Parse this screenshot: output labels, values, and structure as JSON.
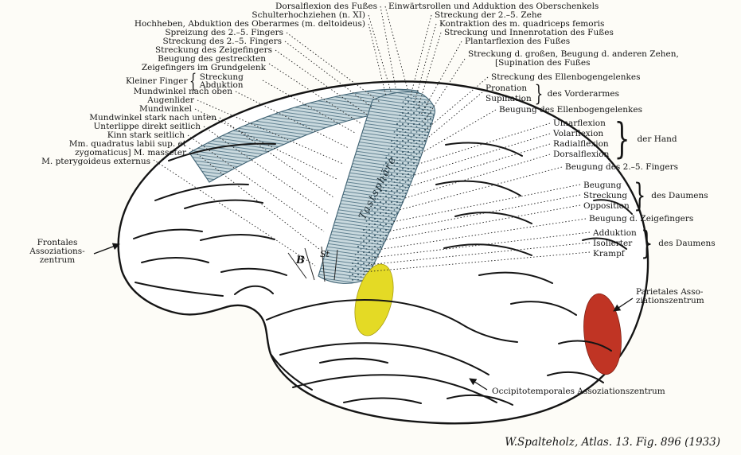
{
  "figure": {
    "caption": "W.Spalteholz, Atlas. 13. Fig. 896 (1933)"
  },
  "brain": {
    "tastsphaere": "Tastsphäre",
    "letter_b": "B",
    "letter_st": "St",
    "colors": {
      "strip_fill": "#c9d9de",
      "strip_hatch": "#56788a",
      "auditory_area": "#e4da25",
      "occipital_area": "#c03424",
      "ink": "#141414"
    }
  },
  "top_labels": [
    "Dorsalflexion des Fußes",
    "Schulterhochziehen (n. XI)",
    "Hochheben, Abduktion des Oberarmes (m. deltoideus)",
    "Spreizung des 2.–5. Fingers",
    "Streckung des 2.–5. Fingers",
    "Streckung des Zeigefingers",
    {
      "lines": [
        "Beugung des gestreckten",
        "Zeigefingers im Grundgelenk"
      ]
    },
    {
      "name": "Kleiner Finger",
      "lines": [
        "Streckung",
        "Abduktion"
      ]
    },
    "Mundwinkel nach oben",
    "Augenlider",
    "Mundwinkel",
    "Mundwinkel stark nach unten",
    "Unterlippe direkt seitlich",
    "Kinn stark seitlich",
    {
      "lines": [
        "Mm. quadratus labii sup. et",
        "zygomaticus] M. masseter"
      ]
    },
    "M. pterygoideus externus"
  ],
  "right_labels": [
    "Einwärtsrollen und Adduktion des Oberschenkels",
    "Streckung der 2.–5. Zehe",
    "Kontraktion des m. quadriceps femoris",
    "Streckung und Innenrotation des Fußes",
    "Plantarflexion des Fußes",
    {
      "lines": [
        "Streckung d. großen, Beugung d. anderen Zehen,",
        "[Supination des Fußes"
      ]
    },
    "Streckung des Ellenbogengelenkes",
    {
      "lines": [
        "Pronation",
        "Supination"
      ],
      "group": "des Vorderarmes"
    },
    "Beugung des Ellenbogengelenkes",
    {
      "lines": [
        "Ulnarflexion",
        "Volarflexion",
        "Radialflexion",
        "Dorsalflexion"
      ],
      "group": "der Hand"
    },
    "Beugung des 2.–5. Fingers",
    {
      "lines": [
        "Beugung",
        "Streckung",
        "Opposition"
      ],
      "group": "des Daumens"
    },
    "Beugung d. Zeigefingers",
    {
      "lines": [
        "Adduktion",
        "Isolierter",
        "Krampf"
      ],
      "group": "des Daumens"
    }
  ],
  "frontal_center": {
    "lines": [
      "Frontales",
      "Assoziations-",
      "zentrum"
    ]
  },
  "parietal_center": {
    "lines": [
      "Parietales Asso-",
      "ziationszentrum"
    ]
  },
  "occipitotemporal_center": "Occipitotemporales Assoziationszentrum"
}
